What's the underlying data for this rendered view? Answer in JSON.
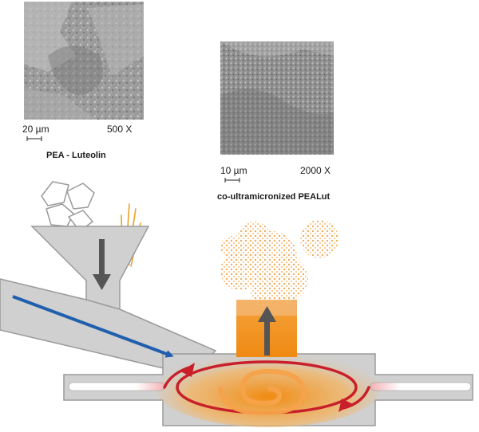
{
  "micrograph_1": {
    "scale_bar": "20 µm",
    "magnification": "500 X",
    "caption": "PEA - Luteolin"
  },
  "micrograph_2": {
    "scale_bar": "10 µm",
    "magnification": "2000 X",
    "caption": "co-ultramicronized PEALut"
  },
  "colors": {
    "apparatus_fill": "#d0d0d0",
    "apparatus_stroke": "#9a9a9a",
    "feed_arrow": "#1f5fae",
    "vortex": "#c8202a",
    "chamber_glow": "#f08a10",
    "particles": "#f3ae5e",
    "down_up_arrow": "#555555"
  }
}
